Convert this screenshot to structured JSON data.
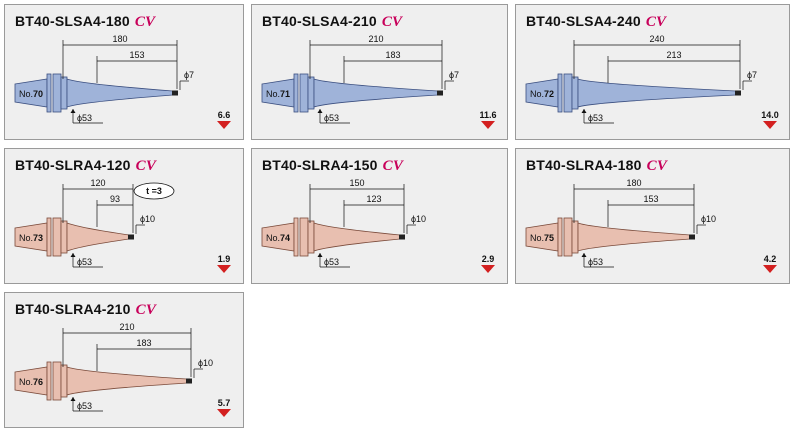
{
  "cards": [
    {
      "title": "BT40-SLSA4-180",
      "badge": "CV",
      "no": "70",
      "l1": "180",
      "l2": "153",
      "tip": "ϕ7",
      "base": "ϕ53",
      "t": "",
      "weight": "6.6",
      "color": "#9fb3d9",
      "stroke": "#3b4f80"
    },
    {
      "title": "BT40-SLSA4-210",
      "badge": "CV",
      "no": "71",
      "l1": "210",
      "l2": "183",
      "tip": "ϕ7",
      "base": "ϕ53",
      "t": "",
      "weight": "11.6",
      "color": "#9fb3d9",
      "stroke": "#3b4f80"
    },
    {
      "title": "BT40-SLSA4-240",
      "badge": "CV",
      "no": "72",
      "l1": "240",
      "l2": "213",
      "tip": "ϕ7",
      "base": "ϕ53",
      "t": "",
      "weight": "14.0",
      "color": "#9fb3d9",
      "stroke": "#3b4f80"
    },
    {
      "title": "BT40-SLRA4-120",
      "badge": "CV",
      "no": "73",
      "l1": "120",
      "l2": "93",
      "tip": "ϕ10",
      "base": "ϕ53",
      "t": "t =3",
      "weight": "1.9",
      "color": "#e8bfb0",
      "stroke": "#7a4a3a"
    },
    {
      "title": "BT40-SLRA4-150",
      "badge": "CV",
      "no": "74",
      "l1": "150",
      "l2": "123",
      "tip": "ϕ10",
      "base": "ϕ53",
      "t": "",
      "weight": "2.9",
      "color": "#e8bfb0",
      "stroke": "#7a4a3a"
    },
    {
      "title": "BT40-SLRA4-180",
      "badge": "CV",
      "no": "75",
      "l1": "180",
      "l2": "153",
      "tip": "ϕ10",
      "base": "ϕ53",
      "t": "",
      "weight": "4.2",
      "color": "#e8bfb0",
      "stroke": "#7a4a3a"
    },
    {
      "title": "BT40-SLRA4-210",
      "badge": "CV",
      "no": "76",
      "l1": "210",
      "l2": "183",
      "tip": "ϕ10",
      "base": "ϕ53",
      "t": "",
      "weight": "5.7",
      "color": "#e8bfb0",
      "stroke": "#7a4a3a"
    }
  ]
}
